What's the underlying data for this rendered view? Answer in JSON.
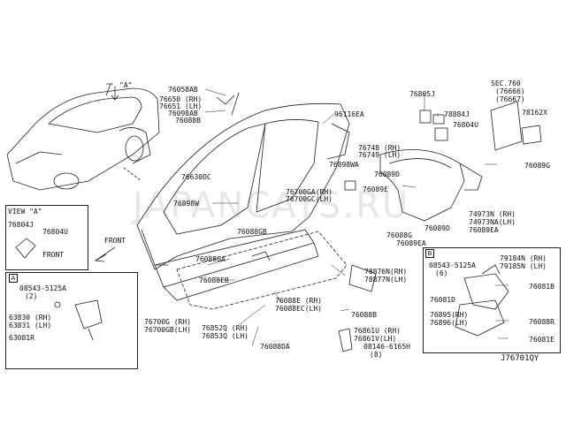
{
  "watermark": "JAPANCATS.RU",
  "diagram_code": "J76701QY",
  "view_a": {
    "title": "VIEW \"A\"",
    "front_label": "FRONT"
  },
  "view_ref": "\"A\"",
  "front_arrow": "FRONT",
  "section_tag_a": "A",
  "section_tag_b": "B",
  "labels": {
    "l76058AB": "76058AB",
    "l76650": "76650 (RH)",
    "l76651": "76651 (LH)",
    "l76098AB": "76098AB",
    "l76088B_top": "76088B",
    "l96116EA": "96116EA",
    "l76805J": "76805J",
    "l78884J": "78884J",
    "l76804U_top": "76804U",
    "sec760": "SEC.760",
    "sec76666": "(76666)",
    "sec76667": "(76667)",
    "l78162X": "78162X",
    "l76748": "76748 (RH)",
    "l76749": "76749 (LH)",
    "l76898WA": "76898WA",
    "l76089D": "76089D",
    "l76089G": "76089G",
    "l76089E": "76089E",
    "l74973N": "74973N (RH)",
    "l74973NA": "74973NA(LH)",
    "l76089EA_a": "76089EA",
    "l76088G": "76088G",
    "l76089EA_b": "76089EA",
    "l76089D_b": "76089D",
    "l76630DC": "76630DC",
    "l76700GA": "76700GA(RH)",
    "l76700GC": "76700GC(LH)",
    "l76898W": "76898W",
    "l76088GB": "76088GB",
    "l76088GA": "76088GA",
    "l76088EB": "76088EB",
    "l78876N": "78876N(RH)",
    "l78877N": "78877N(LH)",
    "l76088E": "76088E (RH)",
    "l76088EC": "76088EC(LH)",
    "l76700G": "76700G (RH)",
    "l76700GB": "76700GB(LH)",
    "l76852Q": "76852Q (RH)",
    "l76853Q": "76853Q (LH)",
    "l76088DA": "76088DA",
    "l76088B_b": "76088B",
    "l76861U": "76861U (RH)",
    "l76861V": "76861V(LH)",
    "l08146": "08146-6165H",
    "l08146q": "(8)",
    "l76804J": "76804J",
    "l76804U_view": "76804U",
    "a_08543": "08543-5125A",
    "a_08543q": "(2)",
    "l63830": "63830 (RH)",
    "l63831": "63831 (LH)",
    "l63081R": "63081R",
    "b_08543": "08543-5125A",
    "b_08543q": "(6)",
    "l79184N": "79184N (RH)",
    "l79185N": "79185N (LH)",
    "l76081B": "76081B",
    "l76081D": "76081D",
    "l76895": "76895(RH)",
    "l76896": "76896(LH)",
    "l76088R": "76088R",
    "l76081E": "76081E"
  }
}
